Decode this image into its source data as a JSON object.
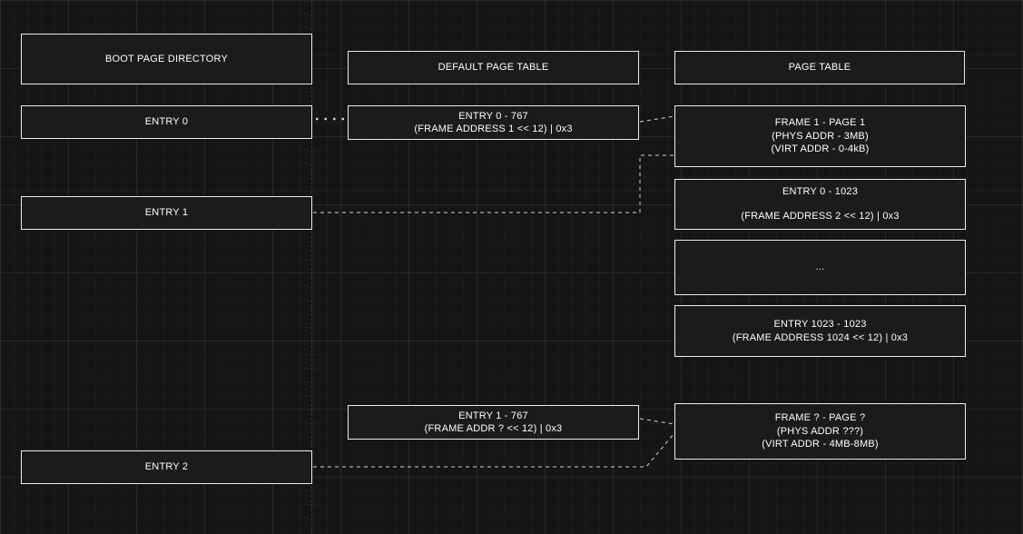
{
  "colors": {
    "background": "#151515",
    "node_fill": "#1b1b1b",
    "node_border": "#ececec",
    "text": "#ffffff",
    "connector": "#d4d4d4"
  },
  "nodes": {
    "boot_header": {
      "title": "BOOT PAGE DIRECTORY"
    },
    "boot_entry0": {
      "title": "ENTRY 0"
    },
    "boot_entry1": {
      "title": "ENTRY 1"
    },
    "boot_entry2": {
      "title": "ENTRY 2"
    },
    "default_table_header": {
      "title": "DEFAULT PAGE TABLE"
    },
    "default_entry0": {
      "line1": "ENTRY 0 - 767",
      "line2": "(FRAME ADDRESS 1 << 12) | 0x3"
    },
    "default_entry1": {
      "line1": "ENTRY 1 - 767",
      "line2": "(FRAME ADDR ? << 12)  | 0x3"
    },
    "page_table_header": {
      "title": "PAGE TABLE"
    },
    "frame1": {
      "line1": "FRAME 1 - PAGE 1",
      "line2": "(PHYS ADDR - 3MB)",
      "line3": "(VIRT ADDR - 0-4kB)"
    },
    "pt_entry0": {
      "line1": "ENTRY 0 - 1023",
      "line2": "(FRAME ADDRESS 2 << 12) | 0x3"
    },
    "pt_ellipsis": {
      "title": "..."
    },
    "pt_entry1023": {
      "line1": "ENTRY 1023 - 1023",
      "line2": "(FRAME ADDRESS 1024 << 12) | 0x3"
    },
    "frame_q": {
      "line1": "FRAME ? - PAGE ?",
      "line2": "(PHYS ADDR ???)",
      "line3": "(VIRT ADDR - 4MB-8MB)"
    }
  }
}
